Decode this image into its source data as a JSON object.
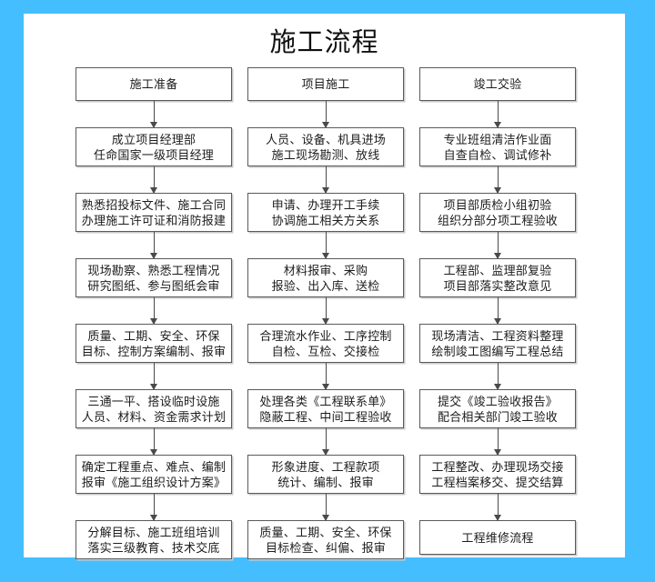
{
  "page": {
    "title": "施工流程",
    "frame_color": "#45beff",
    "canvas_color": "#ffffff",
    "box_border_color": "#5a5a5a",
    "arrow_color": "#4a4a4a"
  },
  "connector": {
    "vertical_icon": "down-arrow-icon",
    "horizontal_icon": "right-arrow-icon"
  },
  "columns": [
    {
      "header": "施工准备",
      "nodes": [
        {
          "lines": [
            "成立项目经理部",
            "任命国家一级项目经理"
          ]
        },
        {
          "lines": [
            "熟悉招投标文件、施工合同",
            "办理施工许可证和消防报建"
          ]
        },
        {
          "lines": [
            "现场勘察、熟悉工程情况",
            "研究图纸、参与图纸会审"
          ]
        },
        {
          "lines": [
            "质量、工期、安全、环保",
            "目标、控制方案编制、报审"
          ]
        },
        {
          "lines": [
            "三通一平、搭设临时设施",
            "人员、材料、资金需求计划"
          ]
        },
        {
          "lines": [
            "确定工程重点、难点、编制",
            "报审《施工组织设计方案》"
          ]
        },
        {
          "lines": [
            "分解目标、施工班组培训",
            "落实三级教育、技术交底"
          ]
        }
      ]
    },
    {
      "header": "项目施工",
      "nodes": [
        {
          "lines": [
            "人员、设备、机具进场",
            "施工现场勘测、放线"
          ]
        },
        {
          "lines": [
            "申请、办理开工手续",
            "协调施工相关方关系"
          ]
        },
        {
          "lines": [
            "材料报审、采购",
            "报验、出入库、送检"
          ]
        },
        {
          "lines": [
            "合理流水作业、工序控制",
            "自检、互检、交接检"
          ]
        },
        {
          "lines": [
            "处理各类《工程联系单》",
            "隐蔽工程、中间工程验收"
          ]
        },
        {
          "lines": [
            "形象进度、工程款项",
            "统计、编制、报审"
          ]
        },
        {
          "lines": [
            "质量、工期、安全、环保",
            "目标检查、纠偏、报审"
          ]
        }
      ]
    },
    {
      "header": "竣工交验",
      "nodes": [
        {
          "lines": [
            "专业班组清洁作业面",
            "自查自检、调试修补"
          ]
        },
        {
          "lines": [
            "项目部质检小组初验",
            "组织分部分项工程验收"
          ]
        },
        {
          "lines": [
            "工程部、监理部复验",
            "项目部落实整改意见"
          ]
        },
        {
          "lines": [
            "现场清洁、工程资料整理",
            "绘制竣工图编写工程总结"
          ]
        },
        {
          "lines": [
            "提交《竣工验收报告》",
            "配合相关部门竣工验收"
          ]
        },
        {
          "lines": [
            "工程整改、办理现场交接",
            "工程档案移交、提交结算"
          ]
        },
        {
          "lines": [
            "工程维修流程"
          ]
        }
      ]
    }
  ]
}
